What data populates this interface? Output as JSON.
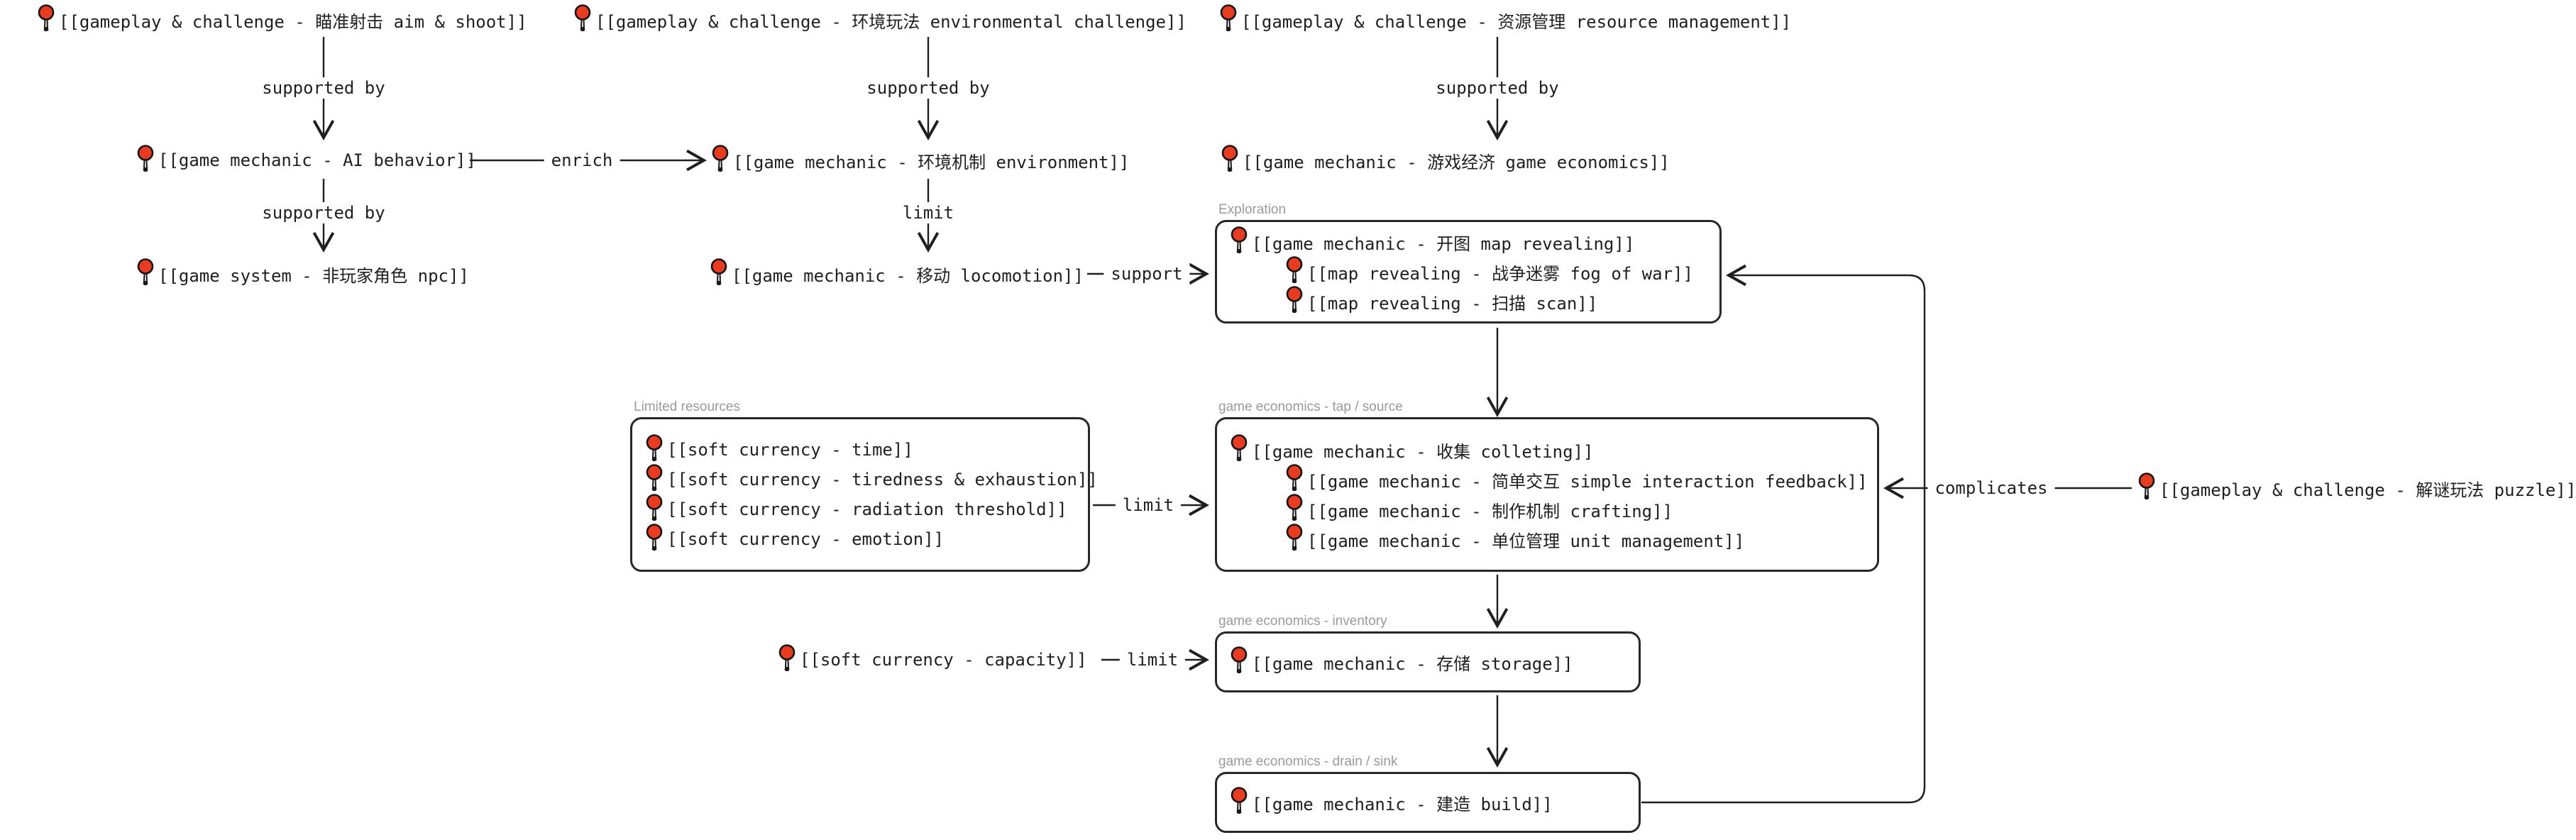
{
  "colors": {
    "background": "#ffffff",
    "ink": "#1f1f1f",
    "pin_red": "#e93b20",
    "group_label_gray": "#9a9a9a"
  },
  "nodes": {
    "aim_shoot": {
      "text": "[[gameplay & challenge - 瞄准射击 aim & shoot]]"
    },
    "environmental_challenge": {
      "text": "[[gameplay & challenge - 环境玩法 environmental challenge]]"
    },
    "resource_management": {
      "text": "[[gameplay & challenge - 资源管理 resource management]]"
    },
    "ai_behavior": {
      "text": "[[game mechanic - AI behavior]]"
    },
    "environment": {
      "text": "[[game mechanic - 环境机制 environment]]"
    },
    "game_economics": {
      "text": "[[game mechanic - 游戏经济 game economics]]"
    },
    "npc": {
      "text": "[[game system - 非玩家角色 npc]]"
    },
    "locomotion": {
      "text": "[[game mechanic - 移动 locomotion]]"
    },
    "capacity": {
      "text": "[[soft currency - capacity]]"
    },
    "puzzle": {
      "text": "[[gameplay & challenge - 解谜玩法 puzzle]]"
    }
  },
  "groups": {
    "exploration": {
      "label": "Exploration",
      "items": [
        {
          "text": "[[game mechanic - 开图 map revealing]]"
        },
        {
          "text": "[[map revealing - 战争迷雾 fog of war]]"
        },
        {
          "text": "[[map revealing - 扫描 scan]]"
        }
      ]
    },
    "limited_resources": {
      "label": "Limited resources",
      "items": [
        {
          "text": "[[soft currency - time]]"
        },
        {
          "text": "[[soft currency - tiredness & exhaustion]]"
        },
        {
          "text": "[[soft currency - radiation threshold]]"
        },
        {
          "text": "[[soft currency - emotion]]"
        }
      ]
    },
    "tap_source": {
      "label": "game economics - tap / source",
      "items": [
        {
          "text": "[[game mechanic - 收集 colleting]]"
        },
        {
          "text": "[[game mechanic - 简单交互 simple interaction feedback]]"
        },
        {
          "text": "[[game mechanic - 制作机制 crafting]]"
        },
        {
          "text": "[[game mechanic - 单位管理 unit management]]"
        }
      ]
    },
    "inventory": {
      "label": "game economics - inventory",
      "items": [
        {
          "text": "[[game mechanic - 存储 storage]]"
        }
      ]
    },
    "drain_sink": {
      "label": "game economics - drain / sink",
      "items": [
        {
          "text": "[[game mechanic - 建造 build]]"
        }
      ]
    }
  },
  "edges": {
    "supported_by_aim": "supported by",
    "supported_by_env": "supported by",
    "supported_by_res": "supported by",
    "supported_by_ai": "supported by",
    "enrich": "enrich",
    "limit_environment": "limit",
    "support": "support",
    "limit_resources": "limit",
    "limit_capacity": "limit",
    "complicates": "complicates"
  }
}
